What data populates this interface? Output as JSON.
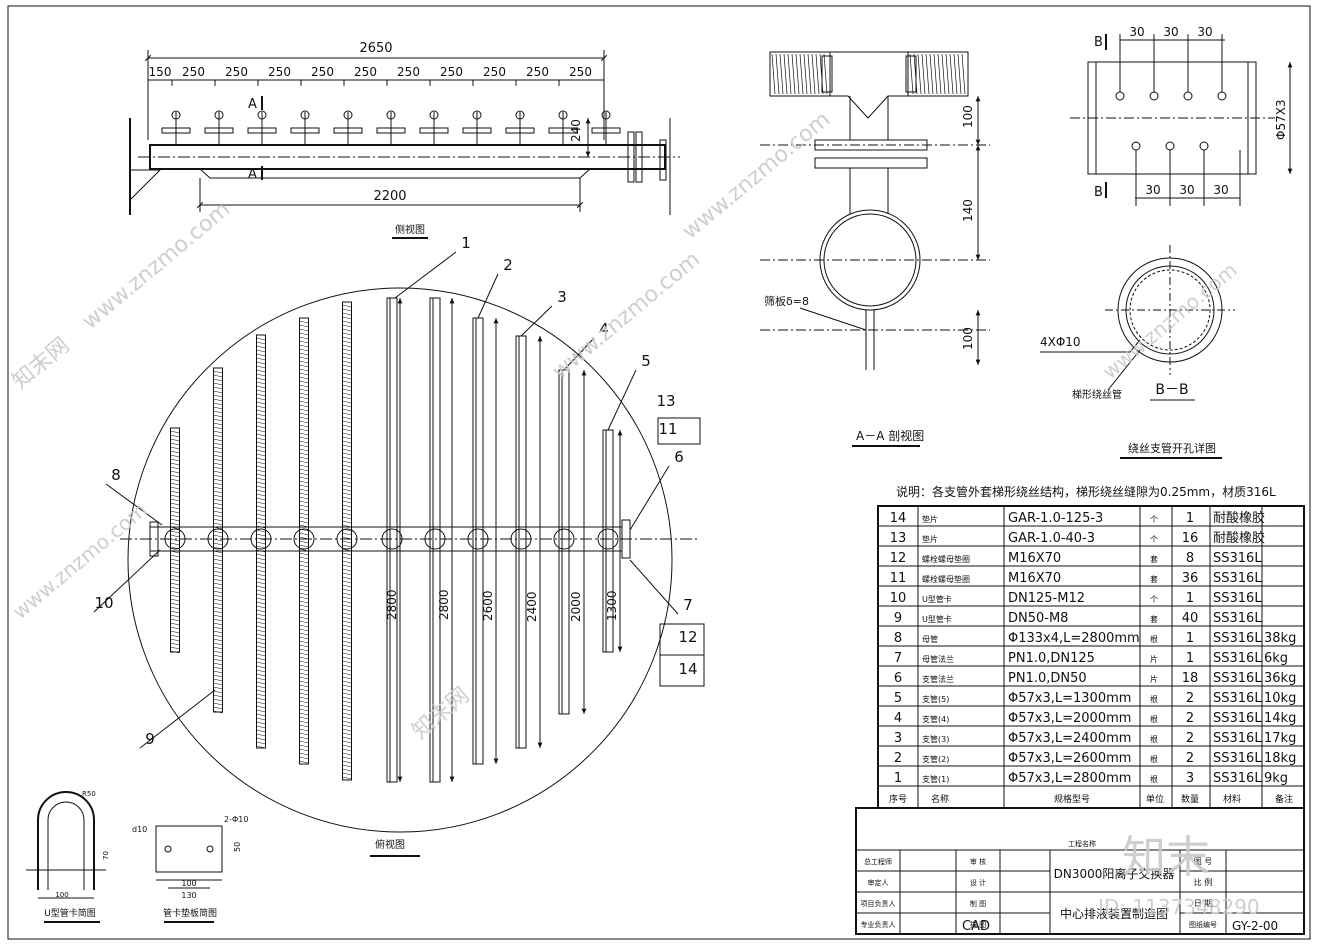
{
  "side_view": {
    "overall_dim": "2650",
    "spacings": [
      "150",
      "250",
      "250",
      "250",
      "250",
      "250",
      "250",
      "250",
      "250",
      "250",
      "250"
    ],
    "inner_dim": "2200",
    "height_dim": "240",
    "section_mark": "A",
    "title": "侧视图"
  },
  "plan_view": {
    "title": "俯视图",
    "lengths": [
      "2800",
      "2800",
      "2600",
      "2400",
      "2000",
      "1300"
    ],
    "callouts": [
      "1",
      "2",
      "3",
      "4",
      "5",
      "6",
      "7",
      "8",
      "9",
      "10",
      "11",
      "12",
      "13",
      "14"
    ]
  },
  "section_aa": {
    "title": "A－A 剖视图",
    "dims": [
      "100",
      "140",
      "100"
    ],
    "label": "筛板δ=8"
  },
  "hole_detail": {
    "title": "绕丝支管开孔详图",
    "section_mark": "B",
    "top_dims": [
      "30",
      "30",
      "30"
    ],
    "bottom_dims": [
      "30",
      "30",
      "30"
    ],
    "side_dim": "Φ57X3",
    "holes_label": "4XΦ10",
    "wire_label": "梯形绕丝管",
    "section_title": "B－B"
  },
  "u_clip": {
    "title": "U型管卡简图",
    "dims": [
      "100",
      "70",
      "R50"
    ]
  },
  "plate": {
    "title": "管卡垫板简图",
    "dims": [
      "d10",
      "2-Φ10",
      "100",
      "130",
      "50"
    ]
  },
  "note": "说明：各支管外套梯形绕丝结构，梯形绕丝缝隙为0.25mm，材质316L",
  "bom": {
    "headers": [
      "序号",
      "名称",
      "规格型号",
      "单位",
      "数量",
      "材料",
      "备注"
    ],
    "rows": [
      [
        "14",
        "垫片",
        "GAR-1.0-125-3",
        "个",
        "1",
        "耐酸橡胶",
        ""
      ],
      [
        "13",
        "垫片",
        "GAR-1.0-40-3",
        "个",
        "16",
        "耐酸橡胶",
        ""
      ],
      [
        "12",
        "螺栓螺母垫圈",
        "M16X70",
        "套",
        "8",
        "SS316L",
        ""
      ],
      [
        "11",
        "螺栓螺母垫圈",
        "M16X70",
        "套",
        "36",
        "SS316L",
        ""
      ],
      [
        "10",
        "U型管卡",
        "DN125-M12",
        "个",
        "1",
        "SS316L",
        ""
      ],
      [
        "9",
        "U型管卡",
        "DN50-M8",
        "套",
        "40",
        "SS316L",
        ""
      ],
      [
        "8",
        "母管",
        "Φ133x4,L=2800mm",
        "根",
        "1",
        "SS316L",
        "38kg"
      ],
      [
        "7",
        "母管法兰",
        "PN1.0,DN125",
        "片",
        "1",
        "SS316L",
        "6kg"
      ],
      [
        "6",
        "支管法兰",
        "PN1.0,DN50",
        "片",
        "18",
        "SS316L",
        "36kg"
      ],
      [
        "5",
        "支管(5)",
        "Φ57x3,L=1300mm",
        "根",
        "2",
        "SS316L",
        "10kg"
      ],
      [
        "4",
        "支管(4)",
        "Φ57x3,L=2000mm",
        "根",
        "2",
        "SS316L",
        "14kg"
      ],
      [
        "3",
        "支管(3)",
        "Φ57x3,L=2400mm",
        "根",
        "2",
        "SS316L",
        "17kg"
      ],
      [
        "2",
        "支管(2)",
        "Φ57x3,L=2600mm",
        "根",
        "2",
        "SS316L",
        "18kg"
      ],
      [
        "1",
        "支管(1)",
        "Φ57x3,L=2800mm",
        "根",
        "3",
        "SS316L",
        "9kg"
      ]
    ]
  },
  "title_block": {
    "project_label": "工程名称",
    "left_labels": [
      "总工程师",
      "审定人",
      "项目负责人",
      "专业负责人"
    ],
    "mid_labels": [
      "审 核",
      "设 计",
      "制 图",
      "描 图"
    ],
    "drawing_name_1": "DN3000阳离子交换器",
    "drawing_name_2": "中心排液装置制造图",
    "cad": "CAD",
    "right_labels": [
      "图 号",
      "比 例",
      "日 期",
      "图纸编号"
    ],
    "drawing_no": "GY-2-00"
  },
  "watermark": {
    "brand": "知末",
    "id_text": "ID: 1137348290",
    "site": "www.znzmo.com",
    "site_cn": "知末网"
  }
}
